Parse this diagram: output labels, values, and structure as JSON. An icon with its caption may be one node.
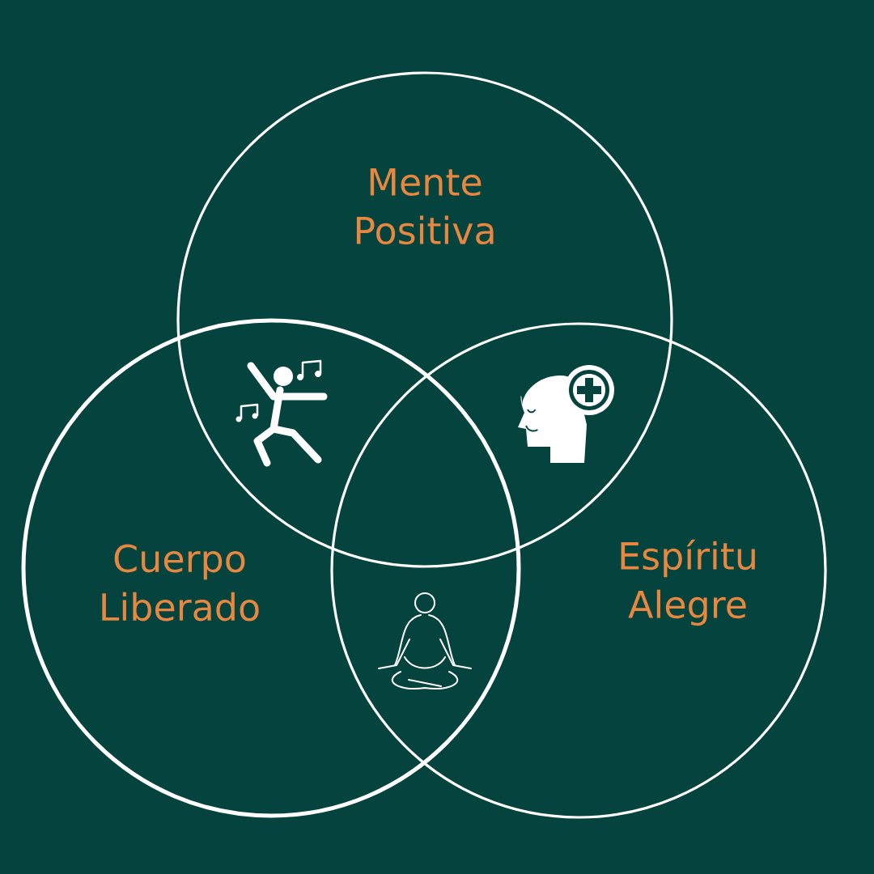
{
  "diagram": {
    "nodes": [
      {
        "text": [
          "Mente Positiva"
        ]
      },
      {
        "text": [
          "Cuerpo Liberado"
        ]
      },
      {
        "text": [
          "Espíritu Alegre"
        ]
      }
    ]
  }
}
